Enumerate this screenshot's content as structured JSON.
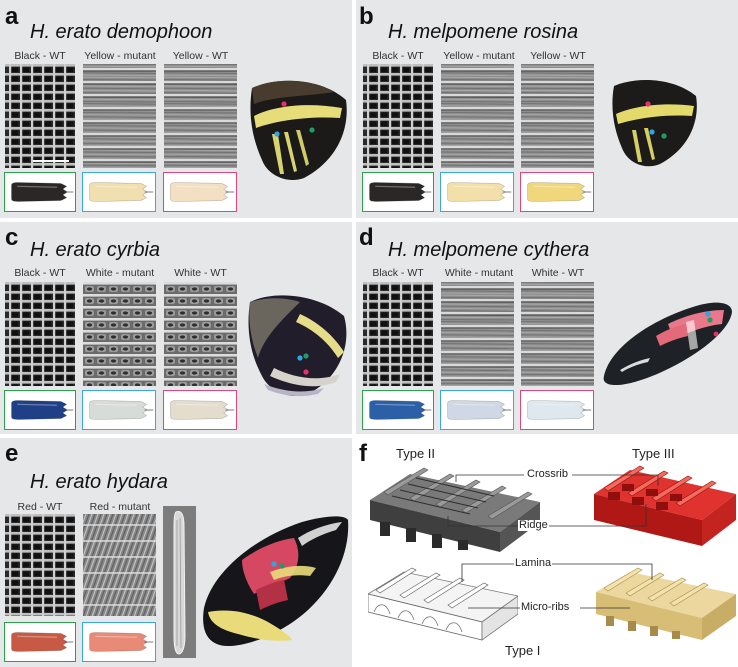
{
  "colors": {
    "panel_bg": "#e6e7e8",
    "frame_green": "#2aa14a",
    "frame_blue": "#38a9dd",
    "frame_pink": "#e0457b",
    "dot_pink": "#e8306f",
    "dot_blue": "#2aa9e0",
    "dot_green": "#1f9b63"
  },
  "panels": {
    "a": {
      "letter": "a",
      "title": "H. erato demophoon",
      "labels": [
        "Black - WT",
        "Yellow - mutant",
        "Yellow - WT"
      ],
      "scale_colors": [
        "#2a2826",
        "#f1dfb0",
        "#f3dfc2"
      ]
    },
    "b": {
      "letter": "b",
      "title": "H. melpomene rosina",
      "labels": [
        "Black - WT",
        "Yellow - mutant",
        "Yellow - WT"
      ],
      "scale_colors": [
        "#2a2826",
        "#f3dfaa",
        "#f0d77c"
      ]
    },
    "c": {
      "letter": "c",
      "title": "H. erato cyrbia",
      "labels": [
        "Black - WT",
        "White - mutant",
        "White - WT"
      ],
      "scale_colors": [
        "#1f3f86",
        "#d8dcd8",
        "#e4dccc"
      ]
    },
    "d": {
      "letter": "d",
      "title": "H. melpomene cythera",
      "labels": [
        "Black - WT",
        "White - mutant",
        "White - WT"
      ],
      "scale_colors": [
        "#2b5fa8",
        "#cfd8e4",
        "#dfe8ee"
      ]
    },
    "e": {
      "letter": "e",
      "title": "H. erato hydara",
      "labels": [
        "Red - WT",
        "Red - mutant"
      ],
      "scale_colors": [
        "#c85a45",
        "#e98a76"
      ]
    },
    "f": {
      "letter": "f",
      "type_labels": [
        "Type II",
        "Type III",
        "Type I"
      ],
      "structure_labels": [
        "Crossrib",
        "Ridge",
        "Lamina",
        "Micro-ribs"
      ]
    }
  }
}
